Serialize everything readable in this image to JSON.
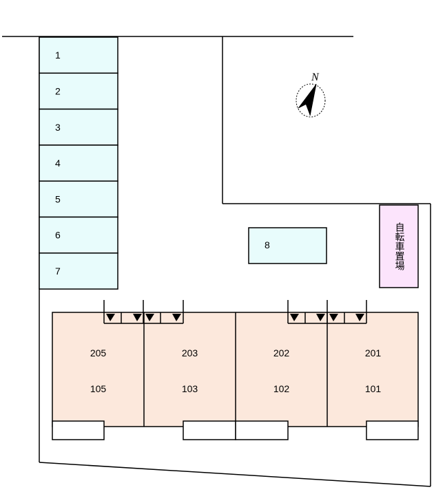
{
  "parking_spaces": [
    "1",
    "2",
    "3",
    "4",
    "5",
    "6",
    "7"
  ],
  "extra_space": "8",
  "bicycle_parking": "自転車置場",
  "compass": {
    "north_label": "N"
  },
  "units": [
    {
      "upper": "205",
      "lower": "105"
    },
    {
      "upper": "203",
      "lower": "103"
    },
    {
      "upper": "202",
      "lower": "102"
    },
    {
      "upper": "201",
      "lower": "101"
    }
  ],
  "colors": {
    "parking_fill": "#e8fcfc",
    "building_fill": "#fce8dc",
    "bicycle_fill": "#fce4fc",
    "line": "#000000"
  }
}
